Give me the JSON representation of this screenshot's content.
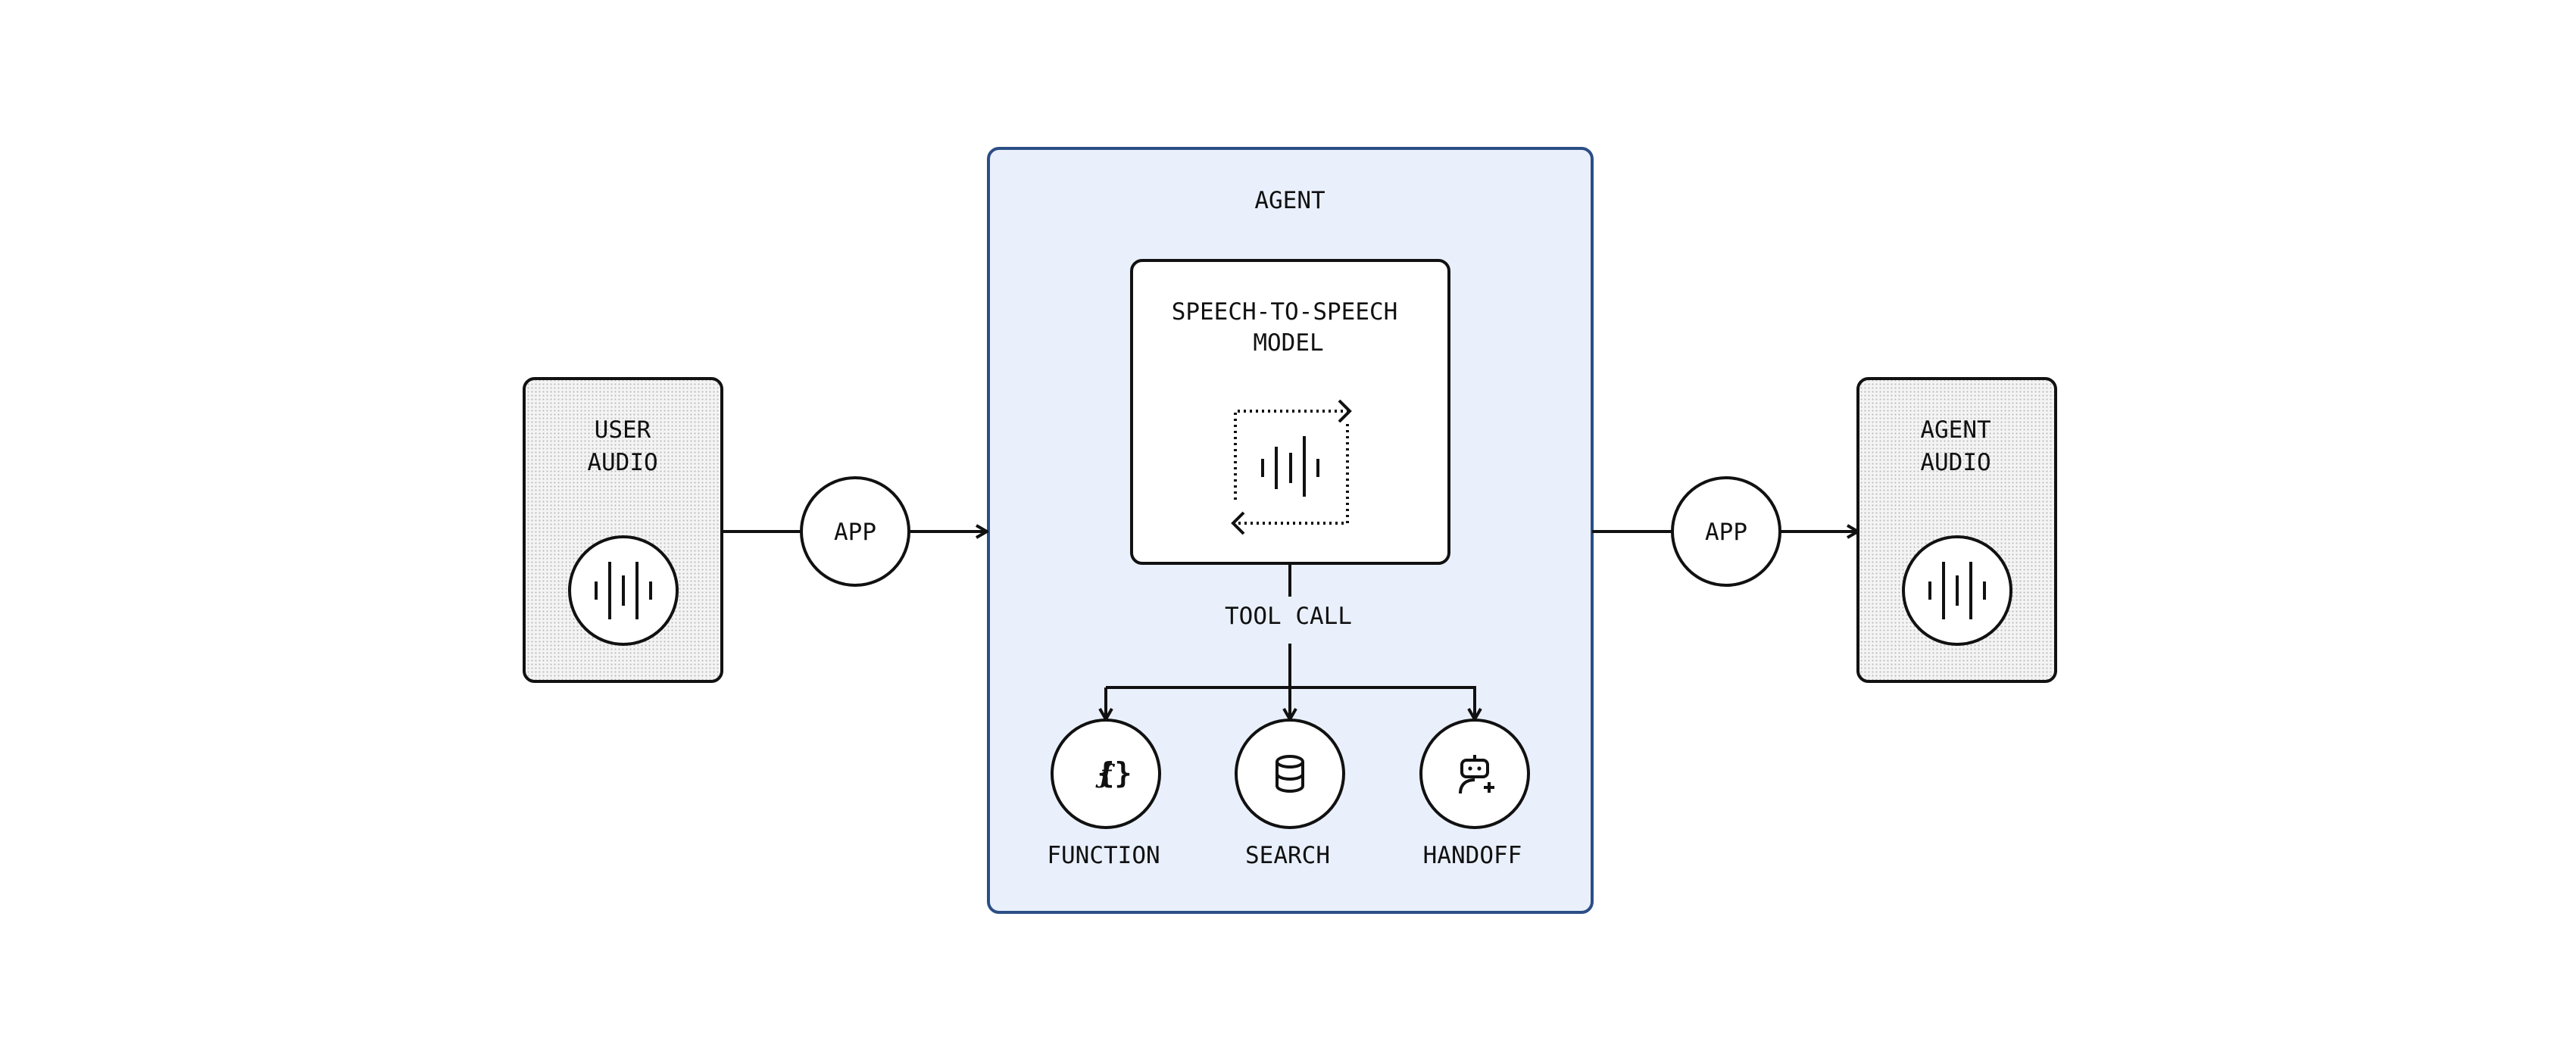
{
  "diagram": {
    "user_audio": {
      "line1": "USER",
      "line2": "AUDIO",
      "icon": "waveform-icon"
    },
    "agent_audio": {
      "line1": "AGENT",
      "line2": "AUDIO",
      "icon": "waveform-icon"
    },
    "app_left": {
      "label": "APP"
    },
    "app_right": {
      "label": "APP"
    },
    "agent": {
      "title": "AGENT",
      "model": {
        "line1": "SPEECH-TO-SPEECH",
        "line2": "MODEL",
        "icon": "waveform-loop-icon"
      },
      "tool_call_label": "TOOL CALL",
      "tools": [
        {
          "label": "FUNCTION",
          "icon": "function-icon"
        },
        {
          "label": "SEARCH",
          "icon": "database-icon"
        },
        {
          "label": "HANDOFF",
          "icon": "robot-user-add-icon"
        }
      ]
    },
    "colors": {
      "agent_fill": "#e9f0fc",
      "agent_border": "#2c4e86",
      "stroke": "#111111",
      "dot_pattern": "#bdbdbd"
    }
  }
}
